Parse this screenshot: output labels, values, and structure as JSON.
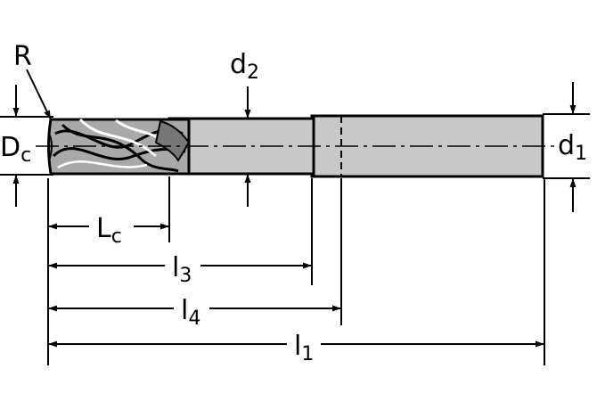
{
  "labels": {
    "radius": "R",
    "d2_main": "d",
    "d2_sub": "2",
    "dc_main": "D",
    "dc_sub": "c",
    "d1_main": "d",
    "d1_sub": "1",
    "lc_main": "L",
    "lc_sub": "c",
    "l3_main": "l",
    "l3_sub": "3",
    "l4_main": "l",
    "l4_sub": "4",
    "l1_main": "l",
    "l1_sub": "1"
  },
  "colors": {
    "body_fill": "#c8c8c8",
    "flute_fill": "#a9a9a9",
    "flute_dark": "#777777",
    "line": "#000000"
  }
}
